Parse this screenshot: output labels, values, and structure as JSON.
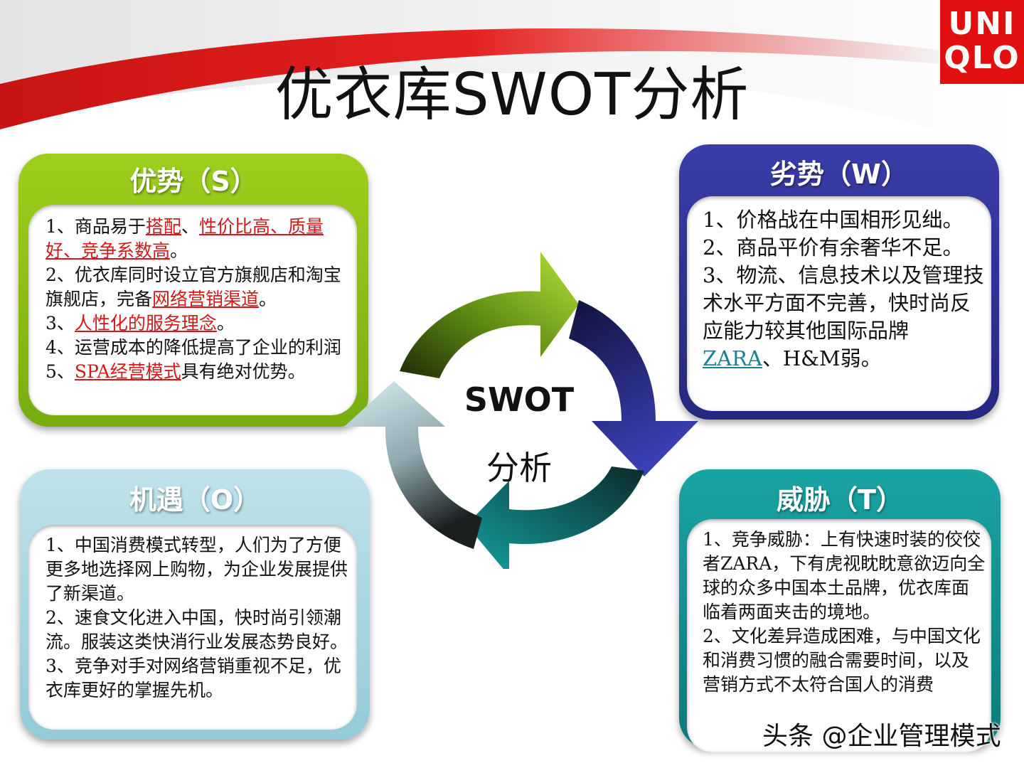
{
  "brand": {
    "logo_line1": "UNI",
    "logo_line2": "QLO",
    "logo_color": "#e10f0f"
  },
  "title": "优衣库SWOT分析",
  "center": {
    "line1": "SWOT",
    "line2": "分析"
  },
  "quadrants": {
    "strengths": {
      "title": "优势（S）",
      "color": "#8cc21a",
      "items": [
        [
          {
            "t": "1、商品易于"
          },
          {
            "t": "搭配",
            "hl": true
          },
          {
            "t": "、"
          },
          {
            "t": "性价比高、质量好、竞争系数高",
            "hl": true
          },
          {
            "t": "。"
          }
        ],
        [
          {
            "t": "2、优衣库同时设立官方旗舰店和淘宝旗舰店，完备"
          },
          {
            "t": "网络营销渠道",
            "hl": true
          },
          {
            "t": "。"
          }
        ],
        [
          {
            "t": "3、"
          },
          {
            "t": "人性化的服务理念",
            "hl": true
          },
          {
            "t": "。"
          }
        ],
        [
          {
            "t": "4、运营成本的降低提高了企业的利润"
          }
        ],
        [
          {
            "t": "5、"
          },
          {
            "t": "SPA经营模式",
            "hl": true
          },
          {
            "t": "具有绝对优势。"
          }
        ]
      ]
    },
    "weaknesses": {
      "title": "劣势（W）",
      "color": "#2e3192",
      "items": [
        [
          {
            "t": "1、价格战在中国相形见绌。"
          }
        ],
        [
          {
            "t": "2、商品平价有余奢华不足。"
          }
        ],
        [
          {
            "t": "3、物流、信息技术以及管理技术水平方面不完善，快时尚反应能力较其他国际品牌"
          },
          {
            "t": "ZARA",
            "hl2": true
          },
          {
            "t": "、H&M弱。"
          }
        ]
      ]
    },
    "opportunities": {
      "title": "机遇（O）",
      "color": "#a8d6e0",
      "items": [
        [
          {
            "t": "1、中国消费模式转型，人们为了方便更多地选择网上购物，为企业发展提供了新渠道。"
          }
        ],
        [
          {
            "t": "2、速食文化进入中国，快时尚引领潮流。服装这类快消行业发展态势良好。"
          }
        ],
        [
          {
            "t": "3、竞争对手对网络营销重视不足，优衣库更好的掌握先机。"
          }
        ]
      ]
    },
    "threats": {
      "title": "威胁（T）",
      "color": "#12908f",
      "items": [
        [
          {
            "t": "1、竞争威胁：上有快速时装的佼佼者ZARA，下有虎视眈眈意欲迈向全球的众多中国本土品牌，优衣库面临着两面夹击的境地。"
          }
        ],
        [
          {
            "t": "2、文化差异造成困难，与中国文化和消费习惯的融合需要时间，以及营销方式不太符合国人的消费"
          }
        ]
      ]
    }
  },
  "watermark": "头条 @企业管理模式"
}
